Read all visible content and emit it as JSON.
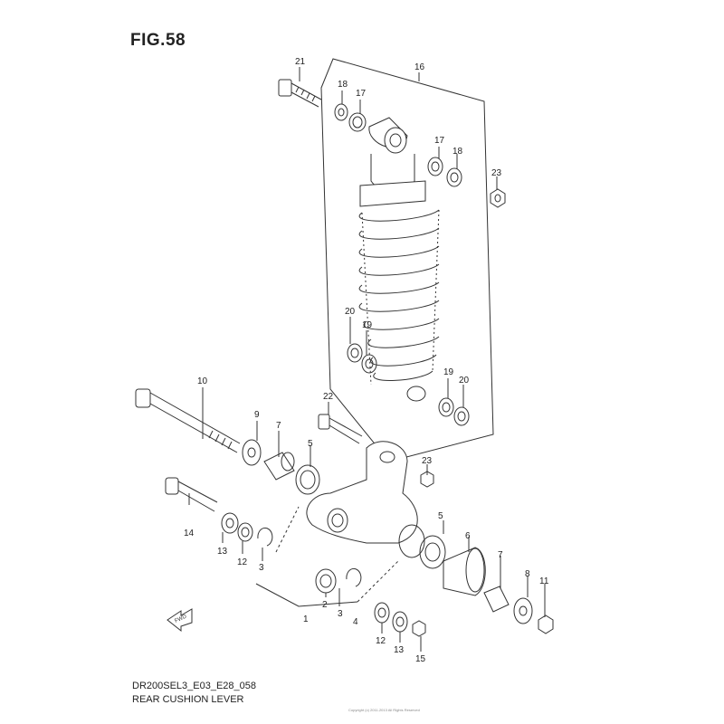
{
  "figure": {
    "title": "FIG.58",
    "code": "DR200SEL3_E03_E28_058",
    "name": "REAR CUSHION LEVER",
    "copyright": "Copyright (c) 2011-2013 All Rights Reserved",
    "front_arrow_label": "FWD"
  },
  "callouts": [
    "21",
    "16",
    "18",
    "17",
    "17",
    "18",
    "23",
    "20",
    "19",
    "19",
    "20",
    "10",
    "22",
    "9",
    "7",
    "5",
    "23",
    "14",
    "13",
    "12",
    "3",
    "2",
    "3",
    "1",
    "4",
    "5",
    "6",
    "7",
    "8",
    "11",
    "12",
    "13",
    "15"
  ],
  "colors": {
    "line": "#333333",
    "label": "#222222"
  }
}
